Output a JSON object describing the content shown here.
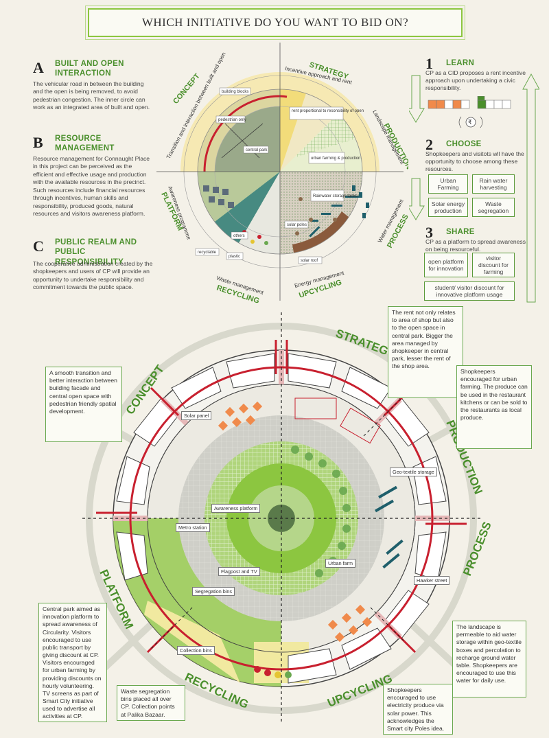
{
  "title": "WHICH INITIATIVE DO YOU WANT TO BID ON?",
  "sections": [
    {
      "letter": "A",
      "heading_1": "BUILT AND OPEN",
      "heading_2": "INTERACTION",
      "body": "The vehicular road in between the building and the open is being removed, to avoid pedestrian congestion. The inner circle can work as an integrated area of built and open."
    },
    {
      "letter": "B",
      "heading_1": "RESOURCE",
      "heading_2": "MANAGEMENT",
      "body": "Resource management for Connaught Place in this project can be perceived as the efficient and effective usage and production with the available resources in the precinct. Such resources include financial resources through incentives, human skills and responsibility, produced goods, natural resources and visitors awareness platform."
    },
    {
      "letter": "C",
      "heading_1": "PUBLIC REALM AND",
      "heading_2": "PUBLIC RESPONSIBILITY",
      "body": "The cooperative administration created by the shopkeepers and users of CP will provide an opportunity to undertake responsibility and commitment towards the public space."
    }
  ],
  "steps": [
    {
      "num": "1",
      "heading": "LEARN",
      "body": "CP as a CID proposes a rent incentive approach upon undertaking a civic responsibility."
    },
    {
      "num": "2",
      "heading": "CHOOSE",
      "body": "Shopkeepers and visitots wll have the opportunity to choose among these resources.",
      "options": [
        "Urban Farming",
        "Rain water harvesting",
        "Solar energy production",
        "Waste segregation"
      ]
    },
    {
      "num": "3",
      "heading": "SHARE",
      "body": "CP as a platform to spread awareness on being resourceful.",
      "options": [
        "open platform for innovation",
        "visitor discount for farming",
        "student/ visitor discount for innovative platform usage"
      ]
    }
  ],
  "rupee_symbol": "₹",
  "top_diagram": {
    "categories": [
      "STRATEGY",
      "PRODUCTION",
      "PROCESS",
      "UPCYCLING",
      "RECYCLING",
      "PLATFORM",
      "CONCEPT"
    ],
    "subtitles": [
      "Incentive approach and rent",
      "Landscape management",
      "Water management",
      "Energy management",
      "Waste management",
      "Awareness programme",
      "Transition and interaction between built and open"
    ],
    "labels": [
      "building blocks",
      "pedestrian only",
      "central park",
      "rent proportional to resonsibility of open",
      "urban farming & production",
      "Rainwater storage tanks",
      "solar poles",
      "solar roof",
      "others",
      "plastic",
      "recyclable"
    ]
  },
  "big_diagram": {
    "categories": [
      "STRATEGY",
      "PRODUCTION",
      "PROCESS",
      "UPCYCLING",
      "RECYCLING",
      "PLATFORM",
      "CONCEPT"
    ],
    "labels": [
      "Solar panel",
      "Geo-textile storage",
      "Awareness platform",
      "Metro station",
      "Urban farm",
      "Flagpost and TV",
      "Hawker street",
      "Segregation bins",
      "Collection bins"
    ]
  },
  "notes": {
    "concept": "A smooth transition and better interaction between building facade and central open space with pedestrian friendly spatial development.",
    "strategy": "The rent not only relates to area of shop but also to the open space in central park. Bigger the area managed by shopkeeper in central park, lesser the rent of the shop area.",
    "production": "Shopkeepers encouraged for urban farming. The produce can be used in the restaurant kitchens or can be sold to the restaurants as local produce.",
    "process": "The landscape is permeable to aid water storage within geo-textile boxes and percolation to recharge ground water table. Shopkeepers are encouraged to use this water for daily use.",
    "upcycling": "Shopkeepers encouraged to use electricity produce via solar power. This acknowledges the Smart city Poles idea.",
    "recycling": "Waste segregation bins placed all over CP. Collection points at Palika Bazaar.",
    "platform": "Central park aimed as innovation platform to spread awareness of Circularity. Visitors encouraged to use public transport by giving discount at CP. Visitors encouraged for urban farming by providing discounts on hourly volunteering. TV screens as part of Smart City initiative used to advertise all activities at CP."
  },
  "colors": {
    "green": "#4a8f2c",
    "accent": "#8cc63f",
    "yellow": "#f2dc7a",
    "red": "#c8202f",
    "teal": "#1f5f6b",
    "brown": "#8a5a3c",
    "orange": "#f08a4b"
  }
}
